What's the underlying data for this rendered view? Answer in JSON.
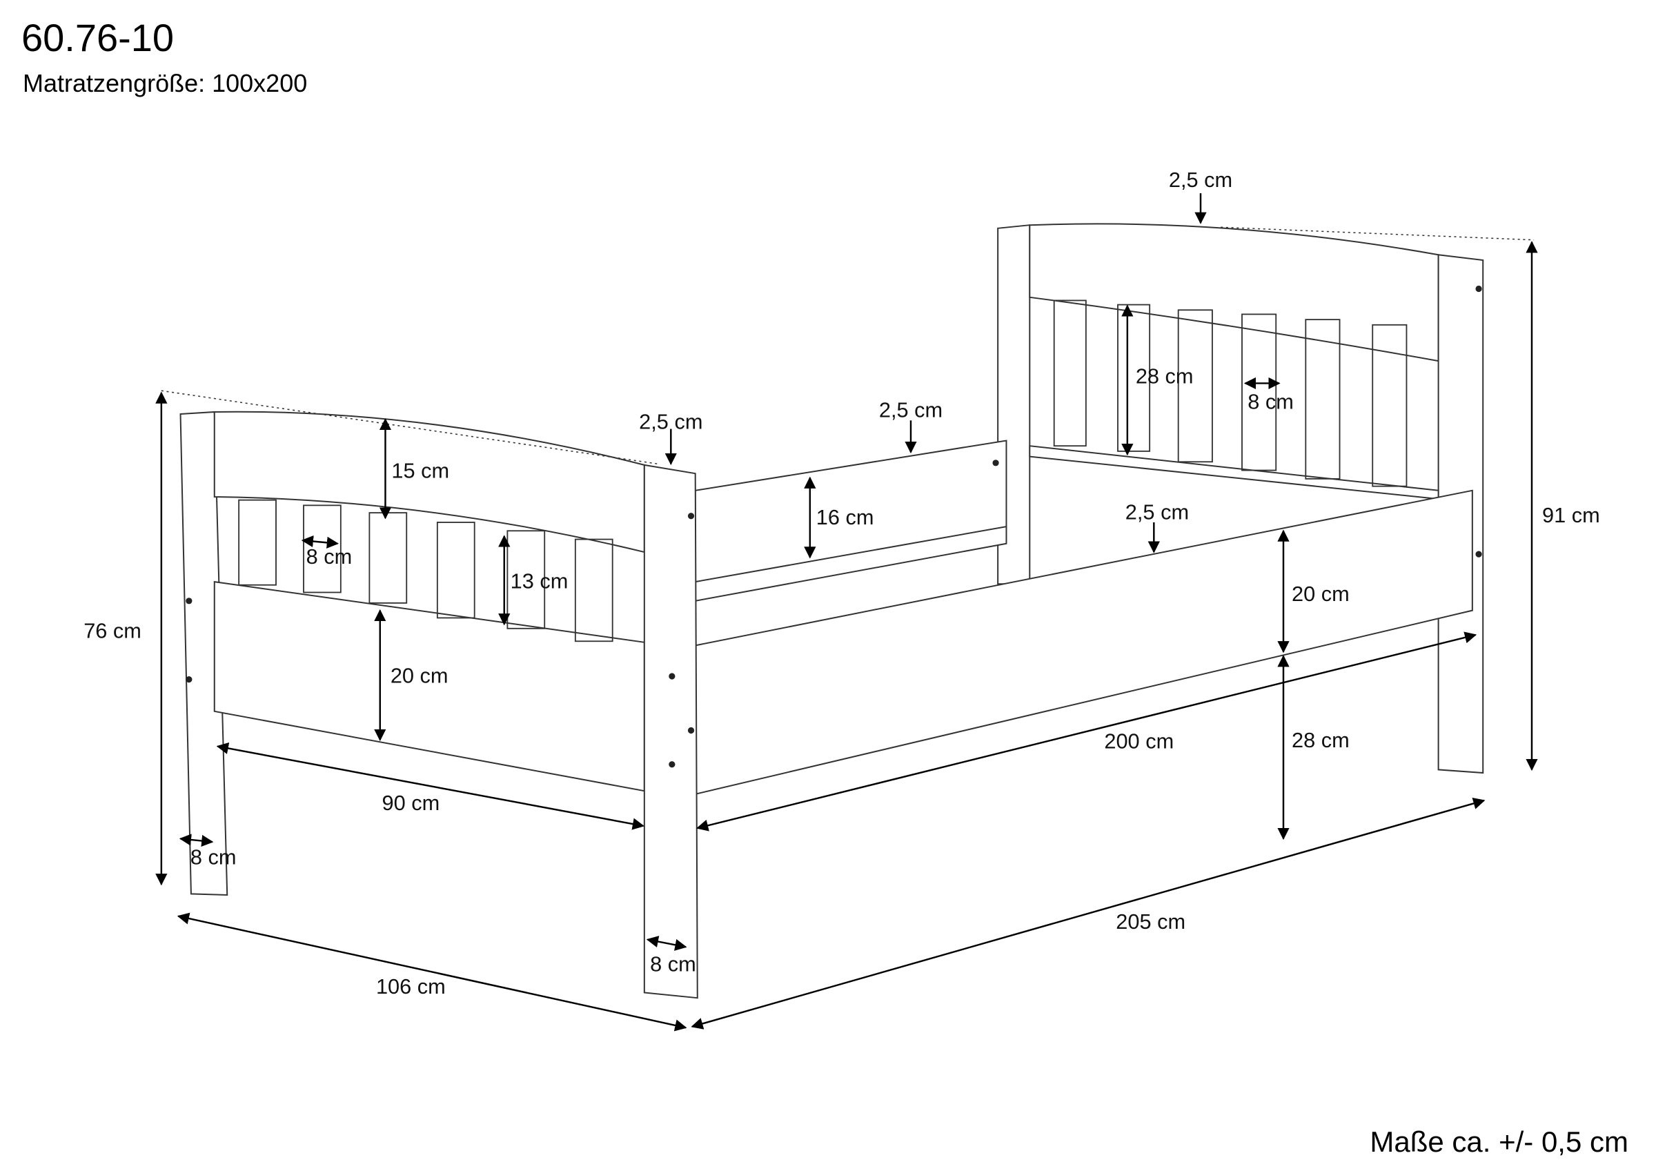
{
  "header": {
    "model": "60.76-10",
    "mattress_size": "Matratzengröße: 100x200"
  },
  "dimensions": {
    "headboard_thickness_top": "2,5 cm",
    "footboard_post_thickness": "2,5 cm",
    "side_rail_thickness_back": "2,5 cm",
    "side_rail_thickness_front": "2,5 cm",
    "footboard_top_panel": "15 cm",
    "footboard_slat_gap": "8 cm",
    "footboard_slat_height": "13 cm",
    "footboard_lower_panel": "20 cm",
    "back_side_rail": "16 cm",
    "headboard_slat_height": "28 cm",
    "headboard_slat_gap": "8 cm",
    "front_side_rail": "20 cm",
    "under_bed_clearance": "28 cm",
    "headboard_height": "91 cm",
    "footboard_height": "76 cm",
    "inner_width": "90 cm",
    "inner_length": "200 cm",
    "leg_width_left": "8 cm",
    "leg_width_front": "8 cm",
    "outer_width": "106 cm",
    "outer_length": "205 cm"
  },
  "footer": {
    "tolerance": "Maße ca. +/- 0,5 cm"
  }
}
